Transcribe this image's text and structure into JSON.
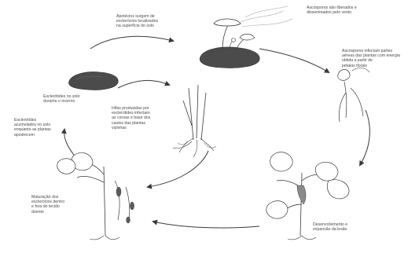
{
  "labels": {
    "apothecia": "Apotécios surgem de\nesclerócios localizados\nna superfície do solo",
    "ascospores_released": "Ascósporos são liberados e\ndisseminados pelo vento",
    "ascospores_infect": "Ascósporos infectam partes\naéreas das plantas com energia\nobtida a partir de\npétalas florais",
    "sclerotia_soil": "Esclerótides no solo\ndurante o inverno",
    "sclerotia_accumulated": "Esclerótides\nacumulados no solo\nenquanto as plantas\napodrecem",
    "hyphae": "Hifas produzidas por\nesclerótides infectam\nas coroas e base dos\ncaules das plantas\nvizinhas",
    "maturation": "Maturação dos\nesclerócios dentro\ne fora do tecido\ndoente",
    "development": "Desenvolvimento e\nexpansão da lesão"
  },
  "colors": {
    "ink": "#3a3a3a",
    "sclerotium": "#4b4b4b",
    "text": "#4a4a4a"
  }
}
